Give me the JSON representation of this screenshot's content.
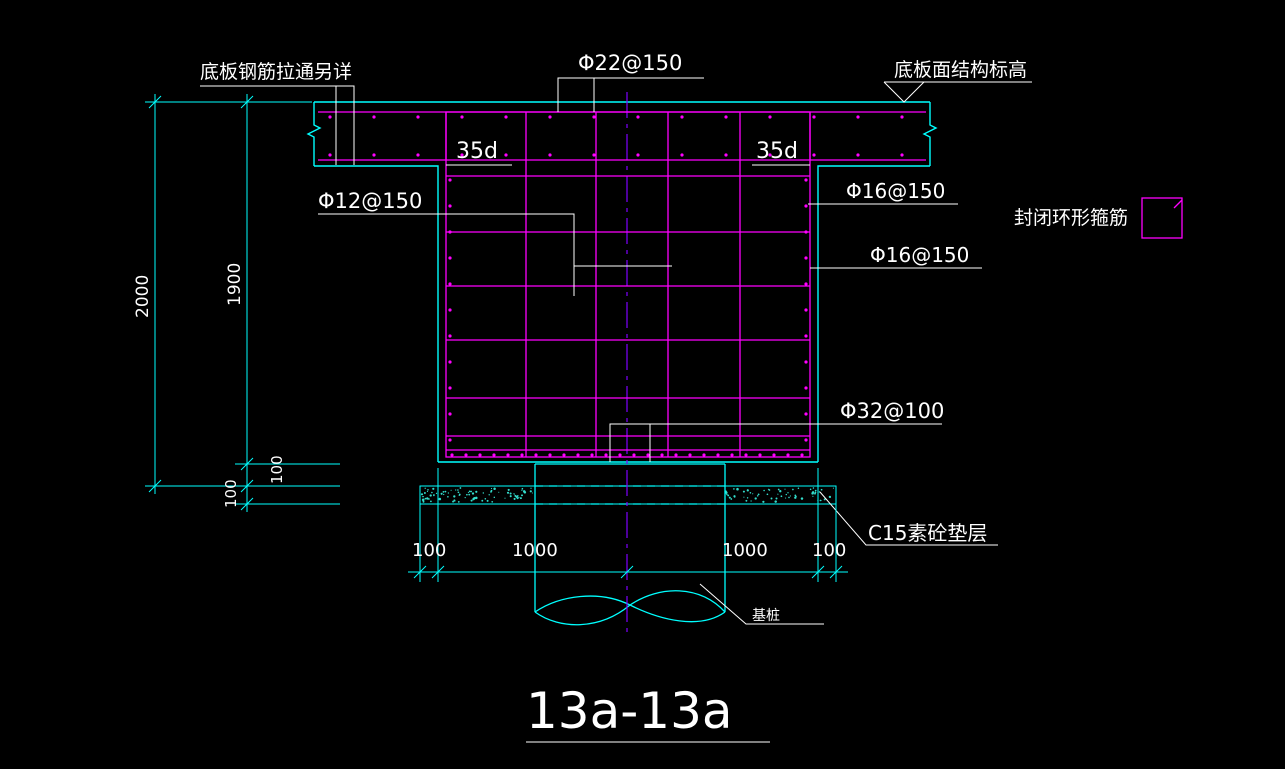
{
  "labels": {
    "slab_rebar_note": "底板钢筋拉通另详",
    "top_rebar": "Φ22@150",
    "slab_elevation": "底板面结构标高",
    "anchor_left": "35d",
    "anchor_right": "35d",
    "side_rebar_right": "Φ16@150",
    "mid_rebar_right": "Φ16@150",
    "stirrup_left": "Φ12@150",
    "stirrup_legend": "封闭环形箍筋",
    "bottom_rebar": "Φ32@100",
    "cushion": "C15素砼垫层",
    "pile": "基桩",
    "section_title": "13a-13a"
  },
  "dimensions": {
    "total_height": "2000",
    "inner_height": "1900",
    "upper_100": "100",
    "lower_100": "100",
    "bottom_left_100": "100",
    "bottom_left_1000": "1000",
    "bottom_right_1000": "1000",
    "bottom_right_100": "100"
  },
  "colors": {
    "background": "#000000",
    "concrete_outline": "#00ffff",
    "rebar": "#ff00ff",
    "dimension": "#00ffff",
    "leader": "#ffffff",
    "centerline": "#7f00ff",
    "text": "#ffffff",
    "cushion_fill": "#33ddcc"
  }
}
